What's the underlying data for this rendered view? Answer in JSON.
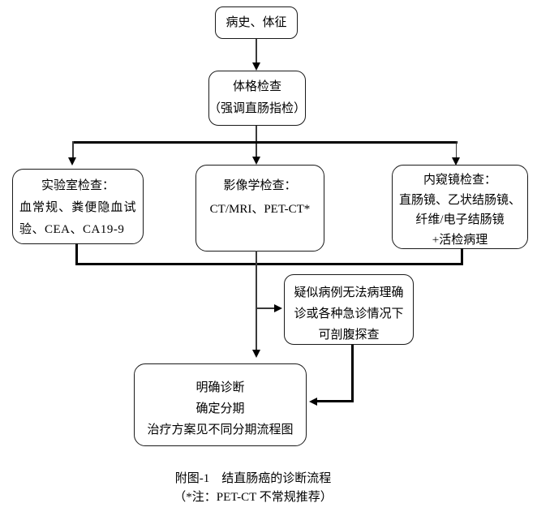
{
  "flowchart": {
    "title_meaning": "结直肠癌的诊断流程",
    "nodes": {
      "history": {
        "line1": "病史、体征"
      },
      "physical": {
        "line1": "体格检查",
        "line2": "（强调直肠指检）"
      },
      "lab": {
        "title": "实验室检查：",
        "body": "血常规、粪便隐血试验、CEA、CA19-9"
      },
      "imaging": {
        "line1": "影像学检查：",
        "line2": "CT/MRI、PET-CT*"
      },
      "endoscopy": {
        "line1": "内窥镜检查：",
        "line2": "直肠镜、乙状结肠镜、",
        "line3": "纤维/电子结肠镜",
        "line4": "+活检病理"
      },
      "suspect": {
        "line1": "疑似病例无法病理确",
        "line2": "诊或各种急诊情况下",
        "line3": "可剖腹探查"
      },
      "final": {
        "line1": "明确诊断",
        "line2": "确定分期",
        "line3": "治疗方案见不同分期流程图"
      }
    },
    "caption": {
      "line1": "附图-1　结直肠癌的诊断流程",
      "line2": "（*注：PET-CT 不常规推荐）"
    },
    "colors": {
      "line": "#000000",
      "border": "#1a1a1a",
      "background": "#ffffff",
      "text": "#000000"
    }
  }
}
